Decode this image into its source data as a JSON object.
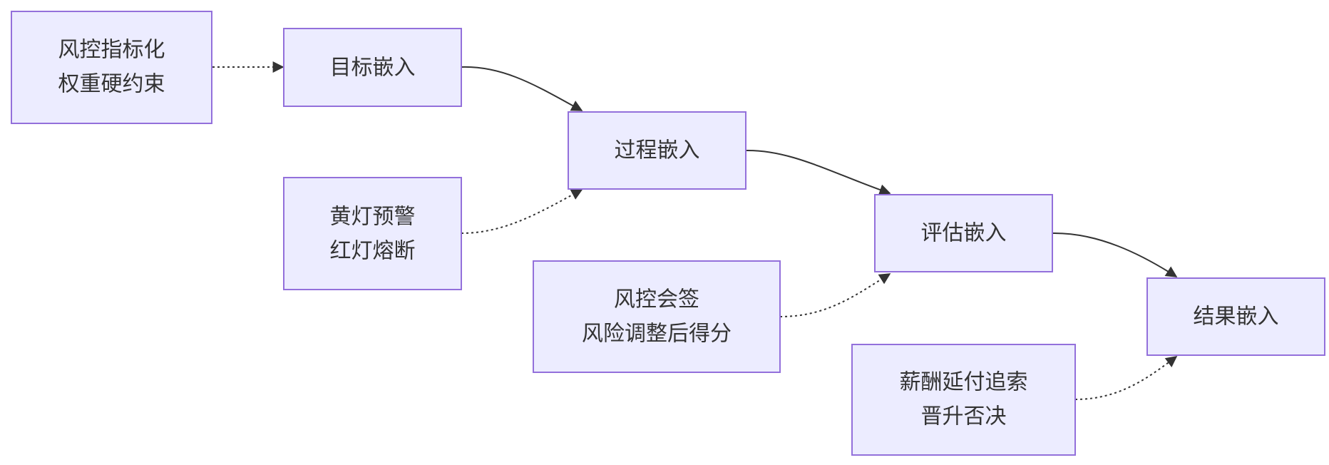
{
  "nodes": {
    "risk_weight": {
      "lines": [
        "风控指标化",
        "权重硬约束"
      ]
    },
    "target": {
      "lines": [
        "目标嵌入"
      ]
    },
    "process": {
      "lines": [
        "过程嵌入"
      ]
    },
    "yellow_red": {
      "lines": [
        "黄灯预警",
        "红灯熔断"
      ]
    },
    "evaluation": {
      "lines": [
        "评估嵌入"
      ]
    },
    "cosign": {
      "lines": [
        "风控会签",
        "风险调整后得分"
      ]
    },
    "result": {
      "lines": [
        "结果嵌入"
      ]
    },
    "pay_defer": {
      "lines": [
        "薪酬延付追索",
        "晋升否决"
      ]
    }
  },
  "edges": [
    {
      "from": "risk_weight",
      "to": "target",
      "style": "dotted"
    },
    {
      "from": "target",
      "to": "process",
      "style": "solid"
    },
    {
      "from": "yellow_red",
      "to": "process",
      "style": "dotted"
    },
    {
      "from": "process",
      "to": "evaluation",
      "style": "solid"
    },
    {
      "from": "cosign",
      "to": "evaluation",
      "style": "dotted"
    },
    {
      "from": "evaluation",
      "to": "result",
      "style": "solid"
    },
    {
      "from": "pay_defer",
      "to": "result",
      "style": "dotted"
    }
  ],
  "colors": {
    "node_fill": "#ECECFF",
    "node_stroke": "#9370DB",
    "text": "#333333",
    "edge": "#333333"
  }
}
